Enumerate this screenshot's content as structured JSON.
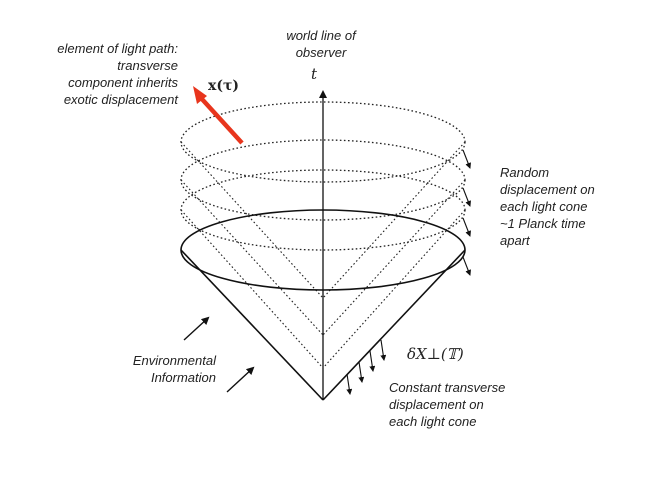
{
  "labels": {
    "light_path": [
      "element of light path:",
      "transverse",
      "component inherits",
      "exotic displacement"
    ],
    "world_line": [
      "world line of",
      "observer"
    ],
    "random_displacement": [
      "Random",
      "displacement on",
      "each light cone",
      "~1 Planck time",
      "apart"
    ],
    "environmental": [
      "Environmental",
      "Information"
    ],
    "constant_transverse": [
      "Constant transverse",
      "displacement on",
      "each light cone"
    ]
  },
  "math": {
    "t_axis": "t",
    "x_tau": "x(τ)",
    "delta_x": "δX⊥(𝕋)"
  },
  "colors": {
    "accent": "#e8351d",
    "ink": "#111111",
    "text": "#222222"
  }
}
